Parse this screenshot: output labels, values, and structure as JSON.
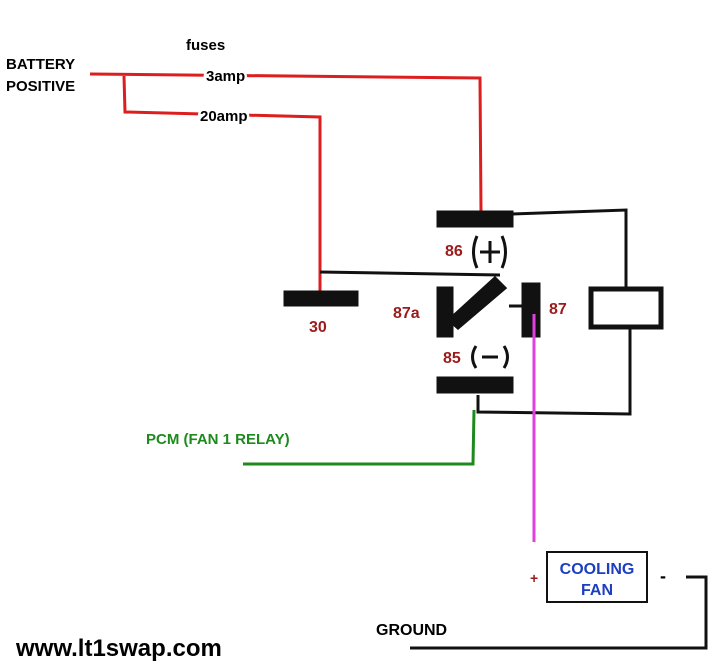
{
  "labels": {
    "fuses": "fuses",
    "battery_line1": "BATTERY",
    "battery_line2": "POSITIVE",
    "fuse_3amp": "3amp",
    "fuse_20amp": "20amp",
    "pin_86": "86",
    "pin_87a": "87a",
    "pin_87": "87",
    "pin_85": "85",
    "pin_30": "30",
    "plus_symbol": "(+)",
    "minus_symbol": "(-)",
    "pcm": "PCM (FAN 1 RELAY)",
    "fan_line1": "COOLING",
    "fan_line2": "FAN",
    "fan_plus": "+",
    "fan_minus": "-",
    "ground": "GROUND",
    "website": "www.lt1swap.com"
  },
  "colors": {
    "battery_wire": "#dd1e1e",
    "pcm_wire": "#1e8a1e",
    "fan_wire": "#e040e0",
    "relay_lines": "#111111",
    "pin_labels": "#9b1b1b",
    "fan_text": "#1d3fbf",
    "pcm_text": "#1e8a1e"
  }
}
